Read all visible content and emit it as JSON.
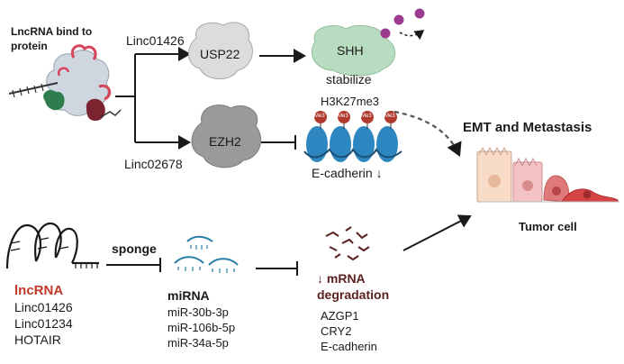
{
  "top": {
    "heading_line1": "LncRNA bind to",
    "heading_line2": "protein",
    "branch1_lnc": "Linc01426",
    "branch2_lnc": "Linc02678",
    "usp22": "USP22",
    "ezh2": "EZH2",
    "shh": "SHH",
    "shh_status": "stabilize",
    "histone_mark": "H3K27me3",
    "me_label": "Me3",
    "ecad_down": "E-cadherin ↓"
  },
  "outcome": {
    "title": "EMT and Metastasis",
    "cell_label": "Tumor cell"
  },
  "bottom": {
    "lnc_title": "lncRNA",
    "lnc_items": [
      "Linc01426",
      "Linc01234",
      "HOTAIR"
    ],
    "sponge": "sponge",
    "mirna_title": "miRNA",
    "mirna_items": [
      "miR-30b-3p",
      "miR-106b-5p",
      "miR-34a-5p"
    ],
    "deg_line1": "↓ mRNA",
    "deg_line2": "degradation",
    "targets": [
      "AZGP1",
      "CRY2",
      "E-cadherin"
    ]
  },
  "colors": {
    "lnc_red": "#c0392b",
    "deg_brown": "#5a1f1f",
    "shh_green": "#b8dcc0",
    "protein_gray": "#d6d6d6",
    "ezh2_gray": "#9a9a9a",
    "nucleosome_blue": "#2e86c1",
    "me_red": "#b03a2e"
  }
}
